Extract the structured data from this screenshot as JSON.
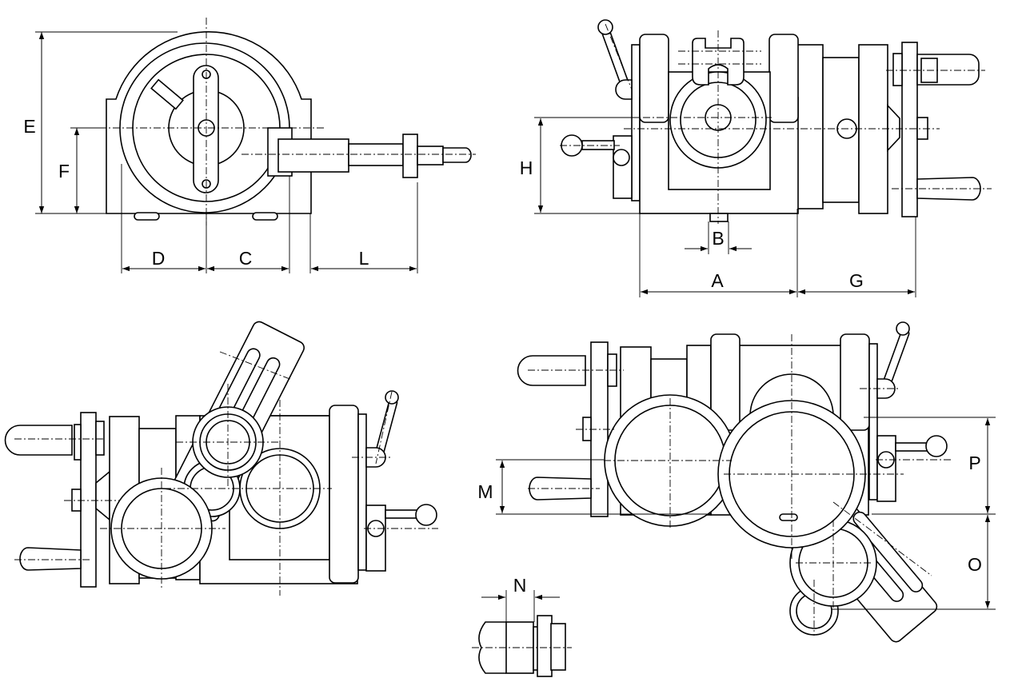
{
  "labels": {
    "E": "E",
    "F": "F",
    "D": "D",
    "C": "C",
    "L": "L",
    "H": "H",
    "B": "B",
    "A": "A",
    "G": "G",
    "M": "M",
    "P": "P",
    "O": "O",
    "N": "N"
  },
  "colors": {
    "line": "#000000",
    "background": "#ffffff"
  }
}
